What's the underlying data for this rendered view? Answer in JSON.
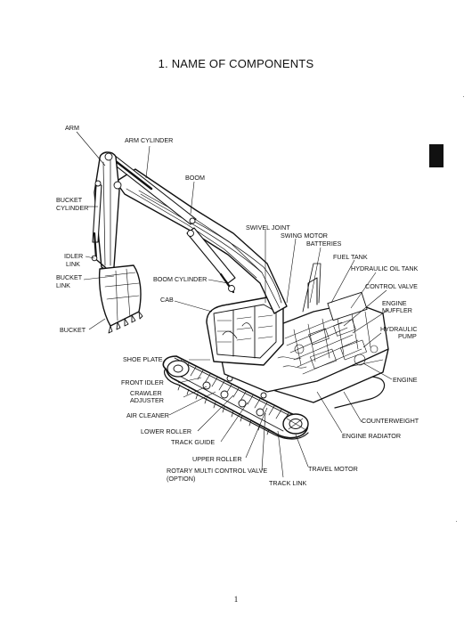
{
  "page": {
    "title": "1.   NAME OF COMPONENTS",
    "page_number": "1"
  },
  "labels": {
    "arm": "ARM",
    "arm_cylinder": "ARM CYLINDER",
    "boom": "BOOM",
    "bucket_cylinder_1": "BUCKET",
    "bucket_cylinder_2": "CYLINDER",
    "idler_link_1": "IDLER",
    "idler_link_2": "LINK",
    "bucket_link_1": "BUCKET",
    "bucket_link_2": "LINK",
    "bucket": "BUCKET",
    "boom_cylinder": "BOOM CYLINDER",
    "cab": "CAB",
    "swivel_joint": "SWIVEL JOINT",
    "swing_motor": "SWING MOTOR",
    "batteries": "BATTERIES",
    "fuel_tank": "FUEL TANK",
    "hydraulic_oil_tank": "HYDRAULIC OIL TANK",
    "control_valve": "CONTROL VALVE",
    "engine_muffler_1": "ENGINE",
    "engine_muffler_2": "MUFFLER",
    "hydraulic_pump_1": "HYDRAULIC",
    "hydraulic_pump_2": "PUMP",
    "shoe_plate": "SHOE PLATE",
    "front_idler": "FRONT IDLER",
    "crawler_adjuster_1": "CRAWLER",
    "crawler_adjuster_2": "ADJUSTER",
    "air_cleaner": "AIR CLEANER",
    "lower_roller": "LOWER ROLLER",
    "track_guide": "TRACK GUIDE",
    "upper_roller": "UPPER ROLLER",
    "rotary_valve_1": "ROTARY MULTI CONTROL VALVE",
    "rotary_valve_2": "(OPTION)",
    "track_link": "TRACK LINK",
    "travel_motor": "TRAVEL MOTOR",
    "engine": "ENGINE",
    "counterweight": "COUNTERWEIGHT",
    "engine_radiator": "ENGINE RADIATOR"
  }
}
